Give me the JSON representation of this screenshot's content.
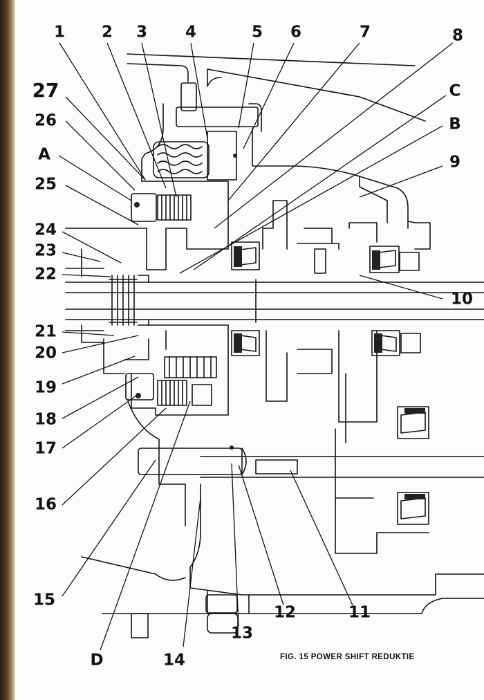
{
  "figure": {
    "caption": "FIG. 15 POWER SHIFT REDUKTIE",
    "labels": {
      "l1": "1",
      "l2": "2",
      "l3": "3",
      "l4": "4",
      "l5": "5",
      "l6": "6",
      "l7": "7",
      "l8": "8",
      "lC": "C",
      "lB": "B",
      "l9": "9",
      "l10": "10",
      "l27": "27",
      "l26": "26",
      "lA": "A",
      "l25": "25",
      "l24": "24",
      "l23": "23",
      "l22": "22",
      "l21": "21",
      "l20": "20",
      "l19": "19",
      "l18": "18",
      "l17": "17",
      "l16": "16",
      "l15": "15",
      "l12": "12",
      "l11": "11",
      "l13": "13",
      "lD": "D",
      "l14": "14"
    }
  }
}
